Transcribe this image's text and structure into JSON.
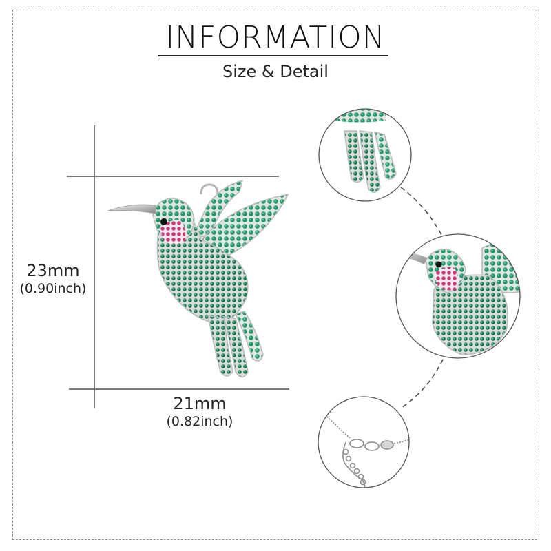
{
  "header": {
    "title": "INFORMATION",
    "subtitle": "Size & Detail"
  },
  "dimensions": {
    "height": {
      "mm": "23mm",
      "inch": "(0.90inch)"
    },
    "width": {
      "mm": "21mm",
      "inch": "(0.82inch)"
    }
  },
  "product": {
    "image": "hummingbird-pendant-icon",
    "colors": {
      "emerald": "#1e9a6a",
      "emerald_dark": "#0f6e48",
      "pink": "#d8327e",
      "silver": "#c9c9c9",
      "eye": "#111111"
    }
  },
  "detail_views": [
    {
      "name": "tail-detail",
      "image": "tail-feathers-icon"
    },
    {
      "name": "head-body-detail",
      "image": "hummingbird-head-icon"
    },
    {
      "name": "chain-clasp-detail",
      "image": "chain-clasp-icon"
    }
  ]
}
